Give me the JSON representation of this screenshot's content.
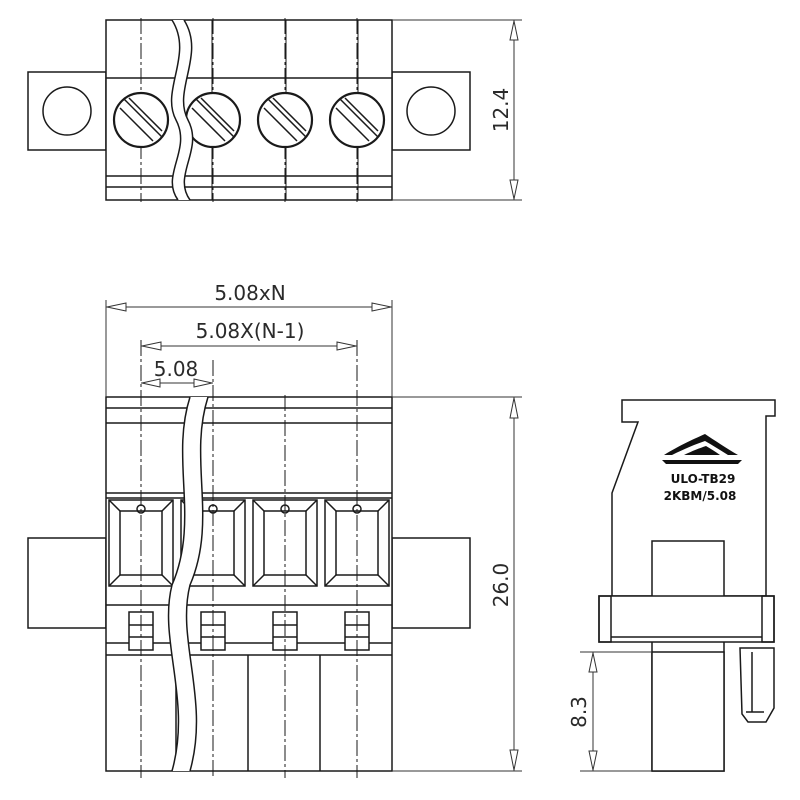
{
  "top_view": {
    "height_dim": "12.4"
  },
  "front_view": {
    "width_total_dim": "5.08xN",
    "width_pitch_n1_dim": "5.08X(N-1)",
    "pitch_dim": "5.08",
    "height_dim": "26.0"
  },
  "side_view": {
    "marking_line1": "ULO-TB29",
    "marking_line2": "2KBM/5.08",
    "pin_dim": "8.3",
    "logo_icon": "manufacturer-logo-icon"
  },
  "colors": {
    "line": "#1a1a1a",
    "background": "#ffffff"
  }
}
